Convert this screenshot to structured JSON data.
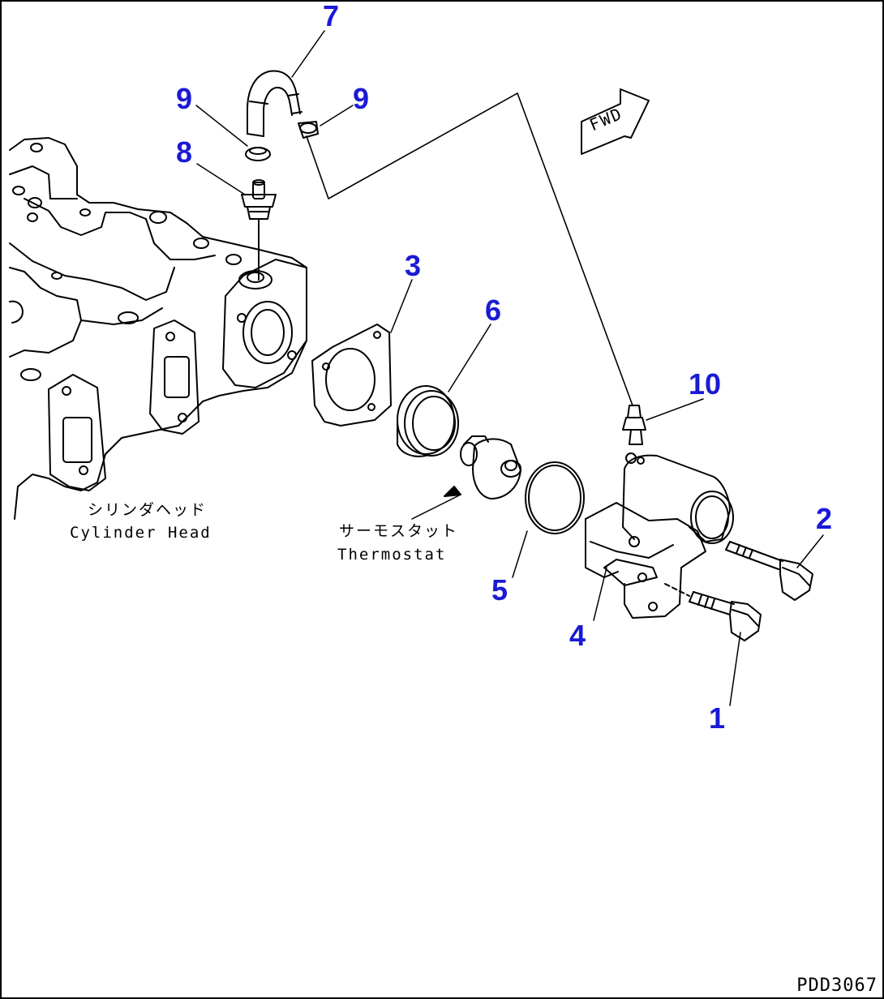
{
  "callouts": [
    "1",
    "2",
    "3",
    "4",
    "5",
    "6",
    "7",
    "8",
    "9",
    "9",
    "10"
  ],
  "captions": {
    "cylinder_head_jp": "シリンダヘッド",
    "cylinder_head_en": "Cylinder Head",
    "thermostat_jp": "サーモスタット",
    "thermostat_en": "Thermostat"
  },
  "fwd_label": "FWD",
  "drawing_code": "PDD3067",
  "colors": {
    "callout": "#1a1ad6",
    "line": "#000000"
  }
}
